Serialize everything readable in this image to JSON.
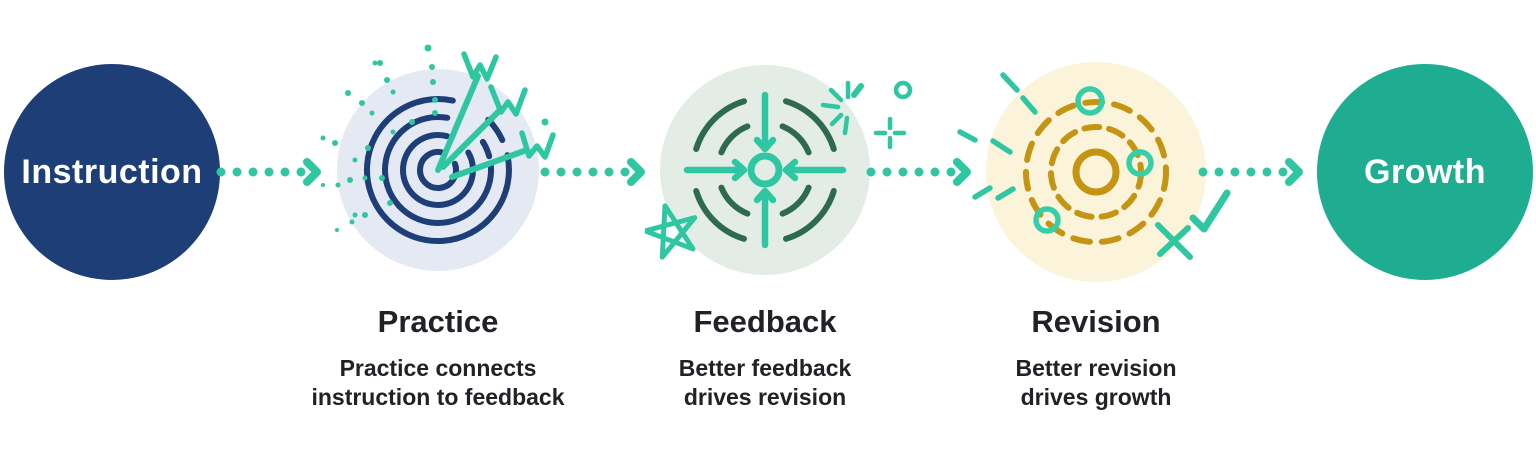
{
  "diagram": {
    "name": "instruction-to-growth-cycle",
    "nodes": [
      {
        "id": "instruction",
        "label": "Instruction",
        "shape": "solid-circle",
        "fill": "#1e3e78",
        "text_color": "#ffffff"
      },
      {
        "id": "practice",
        "title": "Practice",
        "description": "Practice connects\ninstruction to feedback",
        "icon": "dartboard-target-with-darts-icon",
        "circle_fill": "#e4e9f3"
      },
      {
        "id": "feedback",
        "title": "Feedback",
        "description": "Better feedback\ndrives revision",
        "icon": "converging-arrows-target-icon",
        "circle_fill": "#e4ece6"
      },
      {
        "id": "revision",
        "title": "Revision",
        "description": "Better revision\ndrives growth",
        "icon": "dashed-orbit-circles-icon",
        "circle_fill": "#fbf3da"
      },
      {
        "id": "growth",
        "label": "Growth",
        "shape": "solid-circle",
        "fill": "#1ead90",
        "text_color": "#ffffff"
      }
    ],
    "connectors": [
      {
        "from": "instruction",
        "to": "practice",
        "style": "dotted-arrow",
        "color": "#2fc7a2"
      },
      {
        "from": "practice",
        "to": "feedback",
        "style": "dotted-arrow",
        "color": "#2fc7a2"
      },
      {
        "from": "feedback",
        "to": "revision",
        "style": "dotted-arrow",
        "color": "#2fc7a2"
      },
      {
        "from": "revision",
        "to": "growth",
        "style": "dotted-arrow",
        "color": "#2fc7a2"
      }
    ],
    "colors": {
      "navy": "#1e3e78",
      "teal_accent": "#2fc7a2",
      "bright_turquoise": "#33cfa9",
      "dark_green": "#2d6a4e",
      "gold": "#c49512",
      "practice_bg": "#e4e9f3",
      "feedback_bg": "#e4ece6",
      "revision_bg": "#fbf3da",
      "growth_green": "#1ead90",
      "text_dark": "#212127"
    }
  }
}
